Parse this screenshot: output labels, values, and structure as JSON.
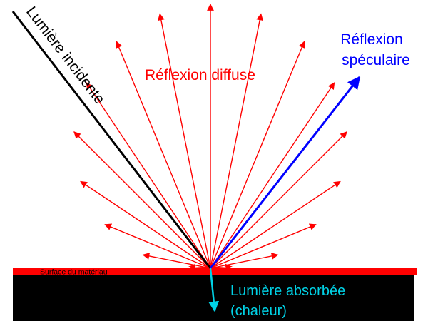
{
  "labels": {
    "incident": "Lumière incidente",
    "diffuse": "Réflexion diffuse",
    "specular_line1": "Réflexion",
    "specular_line2": "spéculaire",
    "absorbed_line1": "Lumière absorbée",
    "absorbed_line2": "(chaleur)",
    "surface": "Surface du matériau"
  },
  "colors": {
    "background": "#ffffff",
    "incident": "#000000",
    "diffuse": "#ff0000",
    "specular": "#0000ff",
    "absorbed": "#00d2e6",
    "surface": "#ff0000",
    "material": "#000000"
  },
  "diffuse_rays": {
    "count": 17,
    "angle_range_deg": [
      0,
      180
    ]
  }
}
